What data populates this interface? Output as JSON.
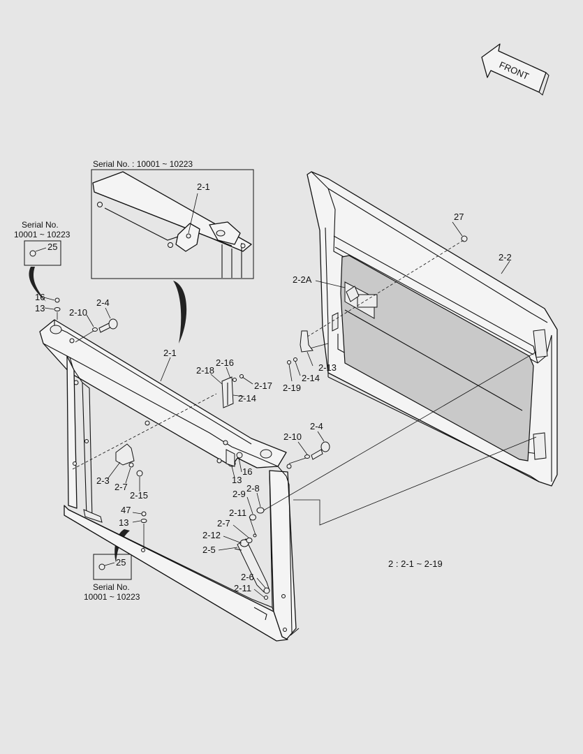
{
  "front_label": "FRONT",
  "inset_top": {
    "serial_text": "Serial No. : 10001 ~ 10223",
    "callout": "2-1"
  },
  "inset_left": {
    "serial_line1": "Serial No.",
    "serial_line2": "10001 ~ 10223",
    "callout": "25"
  },
  "inset_bottom": {
    "serial_line1": "Serial No.",
    "serial_line2": "10001 ~ 10223",
    "callout": "25"
  },
  "callouts": {
    "c27": "27",
    "c2_2": "2-2",
    "c2_2A": "2-2A",
    "c2_13": "2-13",
    "c2_14_door": "2-14",
    "c2_19": "2-19",
    "c2_1_main": "2-1",
    "c2_18": "2-18",
    "c2_16": "2-16",
    "c2_17": "2-17",
    "c2_14_bracket": "2-14",
    "c16_left": "16",
    "c13_left": "13",
    "c2_10_left": "2-10",
    "c2_4_left": "2-4",
    "c2_4_right": "2-4",
    "c2_10_right": "2-10",
    "c16_right": "16",
    "c13_right": "13",
    "c2_3": "2-3",
    "c2_7_left": "2-7",
    "c2_15": "2-15",
    "c2_8": "2-8",
    "c2_9": "2-9",
    "c2_11_upper": "2-11",
    "c2_7_right": "2-7",
    "c2_12": "2-12",
    "c2_5": "2-5",
    "c47": "47",
    "c13_bottom": "13",
    "c2_6": "2-6",
    "c2_11_lower": "2-11"
  },
  "range_note": "2 : 2-1 ~ 2-19"
}
